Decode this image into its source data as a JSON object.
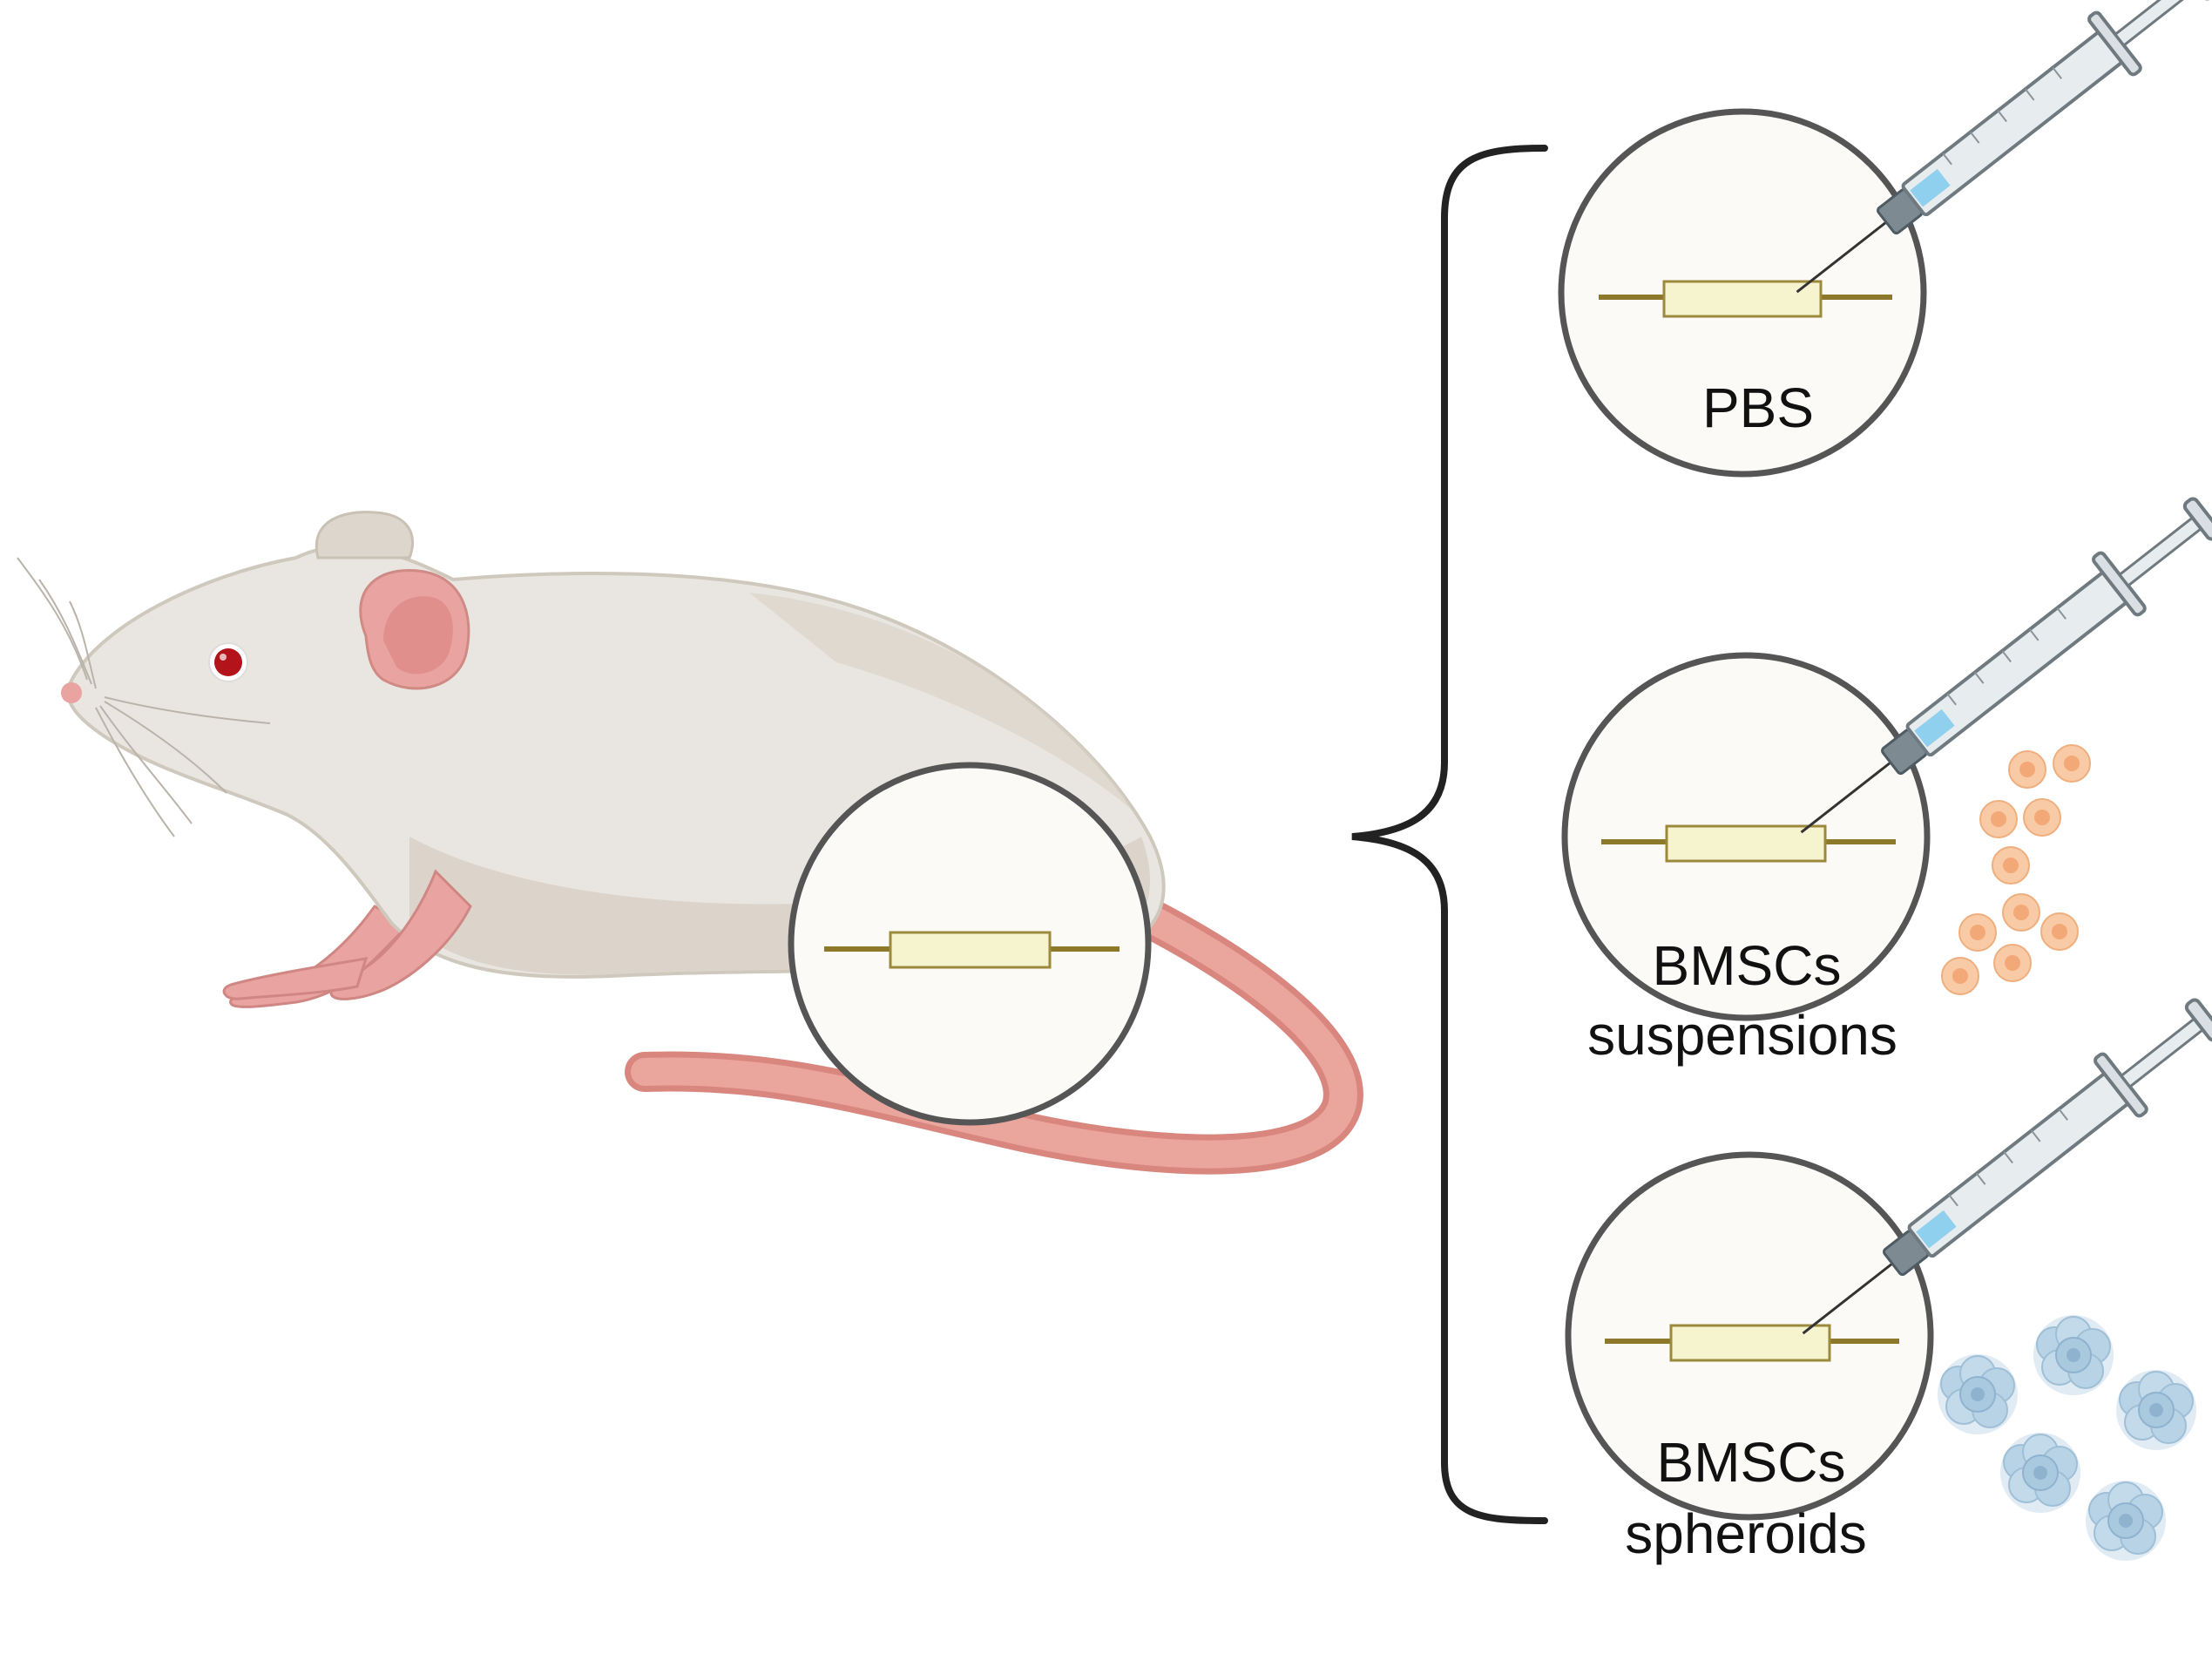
{
  "groups": [
    {
      "label_lines": [
        "PBS"
      ],
      "cells": "none"
    },
    {
      "label_lines": [
        "BMSCs",
        "suspensions"
      ],
      "cells": "single"
    },
    {
      "label_lines": [
        "BMSCs",
        "spheroids"
      ],
      "cells": "spheroid"
    }
  ],
  "colors": {
    "mouse_body": "#e9e6e1",
    "mouse_shade": "#d3cbbf",
    "mouse_pink": "#e9a3a0",
    "tail": "#e39a93",
    "eye": "#b3141b",
    "circle_stroke": "#555555",
    "circle_fill": "#fbfaf6",
    "implant_fill": "#f6f3cf",
    "implant_stroke": "#9c8a3c",
    "wire": "#8c7a2a",
    "cell_orange": "#f6c49c",
    "cell_blue": "#b7d4e6",
    "bracket": "#222222"
  },
  "icons": [
    "mouse-icon",
    "syringe-icon",
    "implant-icon",
    "cell-icon",
    "spheroid-icon"
  ]
}
